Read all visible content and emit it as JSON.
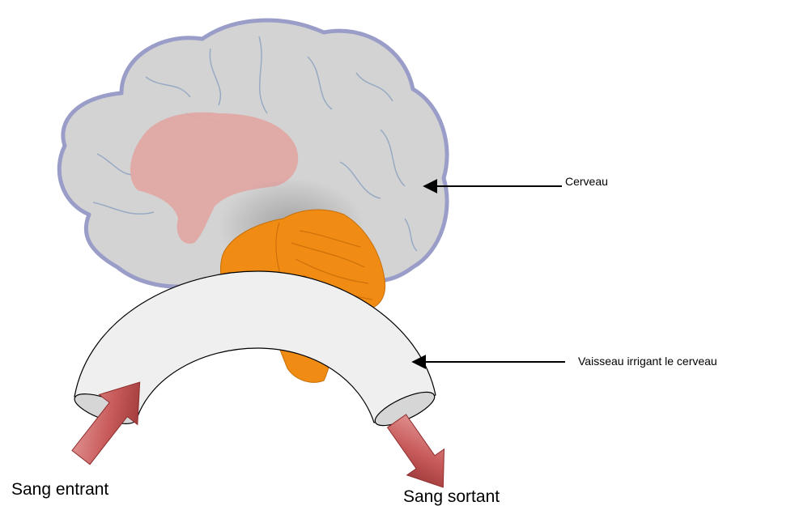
{
  "labels": {
    "brain": "Cerveau",
    "vessel": "Vaisseau irrigant le cerveau",
    "blood_in": "Sang entrant",
    "blood_out": "Sang sortant"
  },
  "colors": {
    "brain_fill": "#d3d3d3",
    "brain_outline": "#9a9dc8",
    "limbic_region": "#e0a8a4",
    "cerebellum": "#f08c14",
    "vessel_fill": "#efefef",
    "vessel_opening": "#d6d6d6",
    "arrow": "#c85a5a"
  }
}
